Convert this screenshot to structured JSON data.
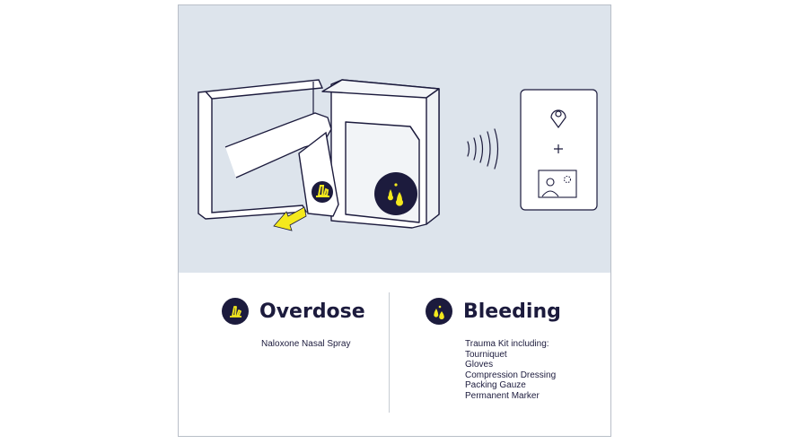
{
  "colors": {
    "navy": "#1c1b3d",
    "yellow": "#f4e91d",
    "background": "#dde4ec",
    "outline": "#1c1b3d"
  },
  "illustration": {
    "icons": [
      "location-pin-icon",
      "plus-icon",
      "camera-feed-icon",
      "signal-waves-icon",
      "arrow-icon"
    ]
  },
  "legend": {
    "overdose": {
      "title": "Overdose",
      "icon": "nasal-spray-icon",
      "description": "Naloxone Nasal Spray"
    },
    "bleeding": {
      "title": "Bleeding",
      "icon": "blood-drops-icon",
      "intro": "Trauma Kit including:",
      "items": [
        "Tourniquet",
        "Gloves",
        "Compression Dressing",
        "Packing Gauze",
        "Permanent Marker"
      ]
    }
  }
}
